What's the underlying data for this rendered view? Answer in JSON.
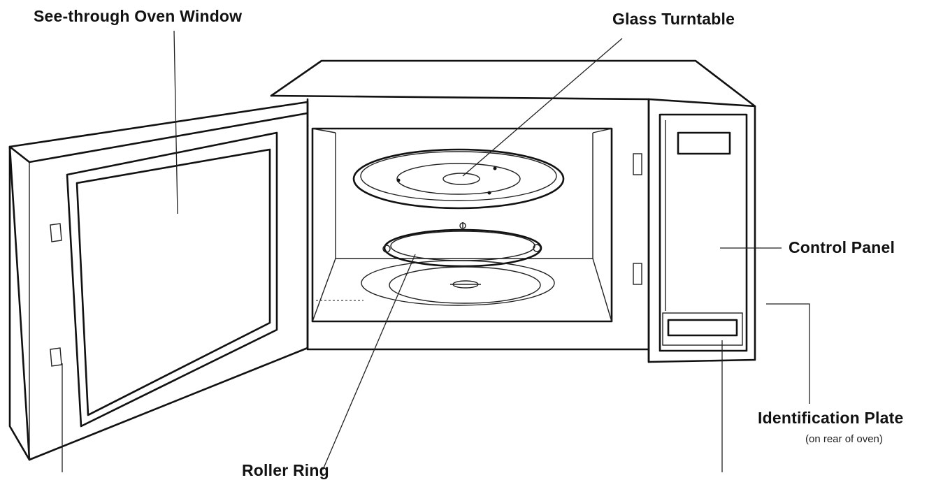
{
  "labels": {
    "window": "See-through Oven Window",
    "turntable": "Glass Turntable",
    "control_panel": "Control Panel",
    "id_plate": "Identification Plate",
    "id_plate_note": "(on rear of oven)",
    "roller_ring": "Roller Ring"
  },
  "colors": {
    "line": "#111111",
    "background": "#ffffff"
  }
}
